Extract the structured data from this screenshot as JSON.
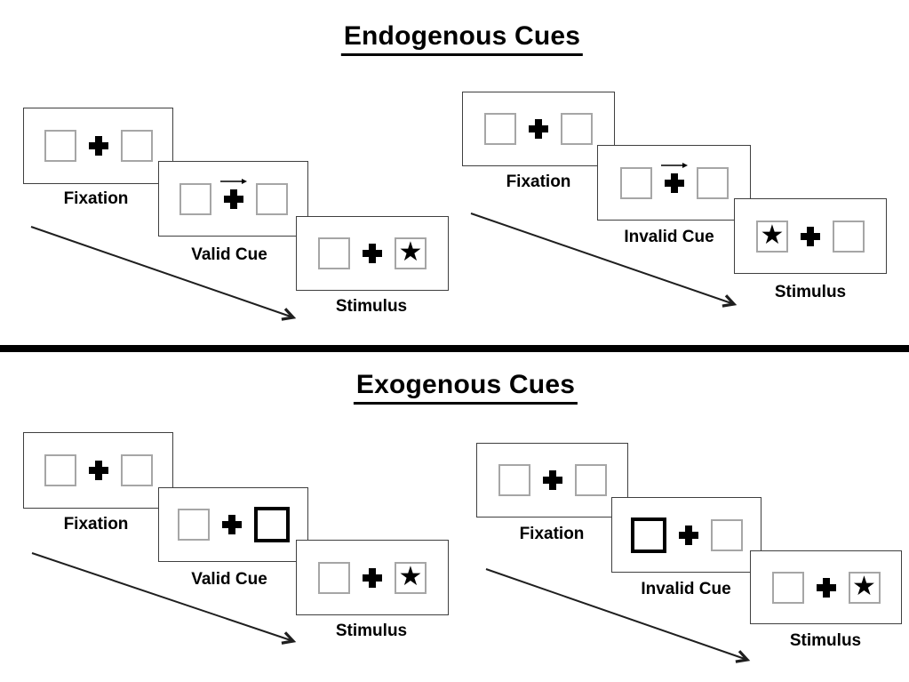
{
  "colors": {
    "ink": "#000000",
    "card_border": "#3f3f3f",
    "placeholder_box_border": "#a6a6a6",
    "cue_highlight_border": "#000000",
    "background": "#ffffff"
  },
  "icons": {
    "star": "★"
  },
  "sections": [
    {
      "title": "Endogenous Cues",
      "panels": [
        {
          "name": "valid",
          "cards": [
            {
              "label": "Fixation",
              "left_box": "empty",
              "center": "fixation-cross",
              "right_box": "empty"
            },
            {
              "label": "Valid Cue",
              "left_box": "empty",
              "center": "fixation-cross-with-right-arrow",
              "right_box": "empty"
            },
            {
              "label": "Stimulus",
              "left_box": "empty",
              "center": "fixation-cross",
              "right_box": "star"
            }
          ]
        },
        {
          "name": "invalid",
          "cards": [
            {
              "label": "Fixation",
              "left_box": "empty",
              "center": "fixation-cross",
              "right_box": "empty"
            },
            {
              "label": "Invalid Cue",
              "left_box": "empty",
              "center": "fixation-cross-with-right-arrow",
              "right_box": "empty"
            },
            {
              "label": "Stimulus",
              "left_box": "star",
              "center": "fixation-cross",
              "right_box": "empty"
            }
          ]
        }
      ]
    },
    {
      "title": "Exogenous Cues",
      "panels": [
        {
          "name": "valid",
          "cards": [
            {
              "label": "Fixation",
              "left_box": "empty",
              "center": "fixation-cross",
              "right_box": "empty"
            },
            {
              "label": "Valid Cue",
              "left_box": "empty",
              "center": "fixation-cross",
              "right_box": "highlighted-empty"
            },
            {
              "label": "Stimulus",
              "left_box": "empty",
              "center": "fixation-cross",
              "right_box": "star"
            }
          ]
        },
        {
          "name": "invalid",
          "cards": [
            {
              "label": "Fixation",
              "left_box": "empty",
              "center": "fixation-cross",
              "right_box": "empty"
            },
            {
              "label": "Invalid Cue",
              "left_box": "highlighted-empty",
              "center": "fixation-cross",
              "right_box": "empty"
            },
            {
              "label": "Stimulus",
              "left_box": "empty",
              "center": "fixation-cross",
              "right_box": "star"
            }
          ]
        }
      ]
    }
  ]
}
